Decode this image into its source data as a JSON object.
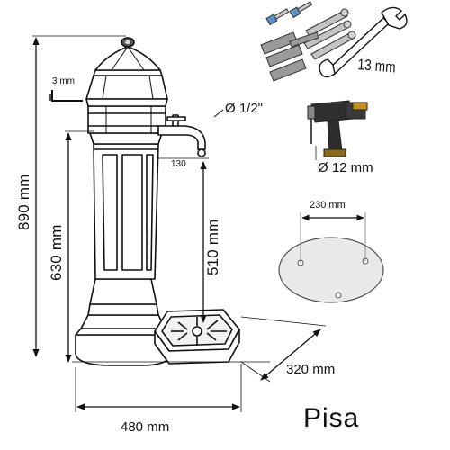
{
  "product": {
    "name": "Pisa"
  },
  "dimensions": {
    "total_height": "890 mm",
    "tap_height": "630 mm",
    "spout_clearance": "510 mm",
    "base_width": "480 mm",
    "base_depth": "320 mm",
    "spout_offset": "130",
    "hex_key": "3 mm",
    "tap_thread": "Ø 1/2\""
  },
  "installation": {
    "wrench": "13 mm",
    "drill_bit": "Ø 12 mm",
    "bolt_spacing": "230 mm"
  },
  "icons": [
    "hex-key-icon",
    "bolts-icon",
    "wrench-icon",
    "drill-icon",
    "mounting-plate"
  ]
}
